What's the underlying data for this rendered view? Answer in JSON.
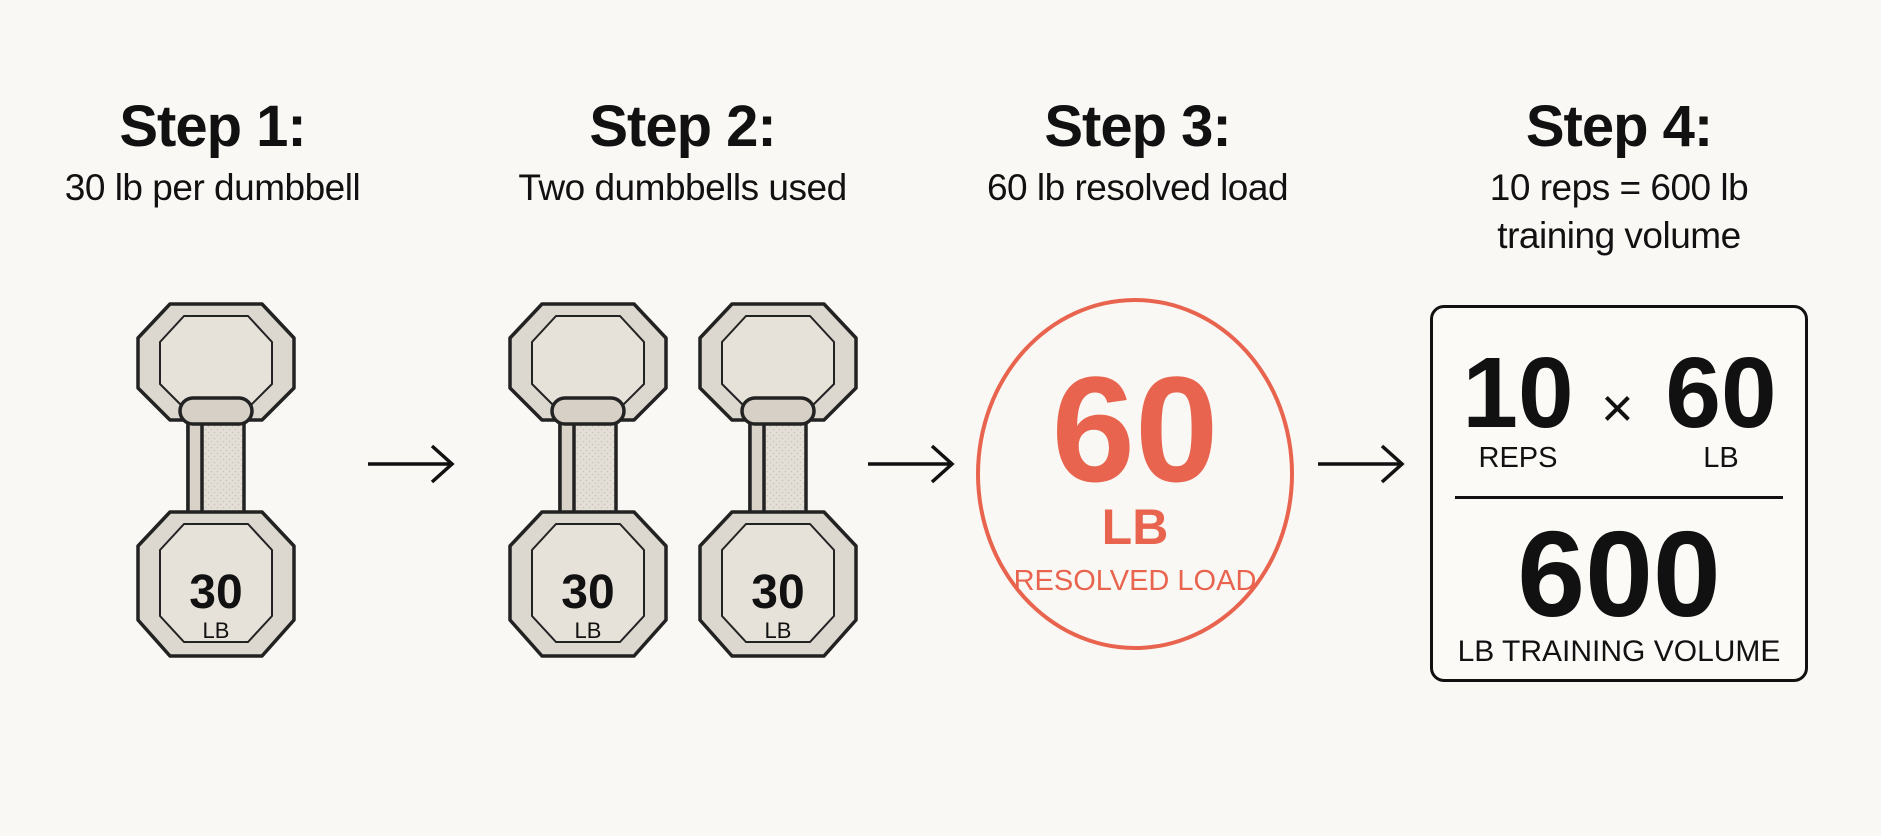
{
  "steps": [
    {
      "title": "Step 1:",
      "caption": "30 lb per dumbbell"
    },
    {
      "title": "Step 2:",
      "caption": "Two dumbbells used"
    },
    {
      "title": "Step 3:",
      "caption": "60 lb resolved load"
    },
    {
      "title": "Step 4:",
      "caption_lines": [
        "10 reps = 600 lb",
        "training volume"
      ]
    }
  ],
  "dumbbell": {
    "weight": "30",
    "unit": "LB"
  },
  "resolved_load": {
    "value": "60",
    "unit": "LB",
    "label": "RESOLVED LOAD"
  },
  "volume": {
    "reps": "10",
    "reps_label": "REPS",
    "operator": "×",
    "load": "60",
    "load_label": "LB",
    "total": "600",
    "total_label": "LB TRAINING VOLUME"
  },
  "colors": {
    "accent": "#e8644e",
    "ink": "#111111",
    "background": "#faf8f4",
    "plate_fill": "#dcd7cf",
    "plate_face": "#e6e1d9"
  },
  "icons": {
    "dumbbell": "hex-dumbbell-icon",
    "arrow": "right-arrow-icon"
  }
}
